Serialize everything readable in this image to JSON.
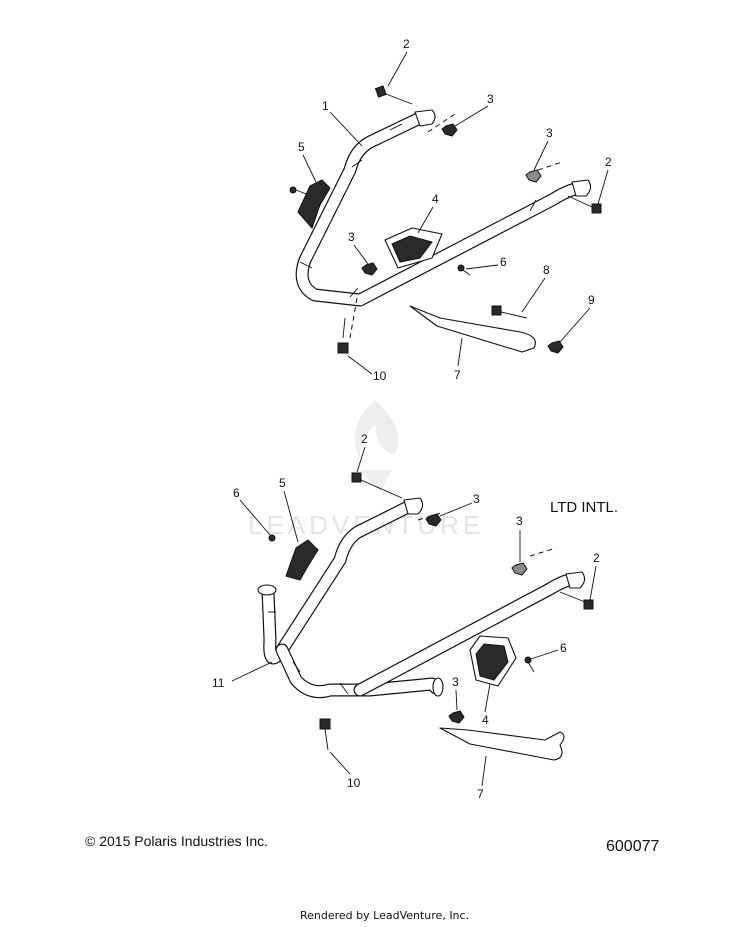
{
  "footer": {
    "copyright": "© 2015 Polaris Industries Inc.",
    "part_number": "600077",
    "rendered_by": "Rendered by LeadVenture, Inc."
  },
  "variant_label": "LTD INTL.",
  "watermark": "LEADVENTURE",
  "upper_assembly": {
    "callouts": [
      "2",
      "3",
      "1",
      "3",
      "5",
      "2",
      "4",
      "3",
      "6",
      "8",
      "9",
      "7",
      "10"
    ]
  },
  "lower_assembly": {
    "callouts": [
      "2",
      "6",
      "5",
      "3",
      "3",
      "2",
      "6",
      "11",
      "3",
      "4",
      "10",
      "7"
    ]
  },
  "colors": {
    "line": "#111111",
    "background": "#ffffff",
    "watermark": "#e4e4e4"
  }
}
